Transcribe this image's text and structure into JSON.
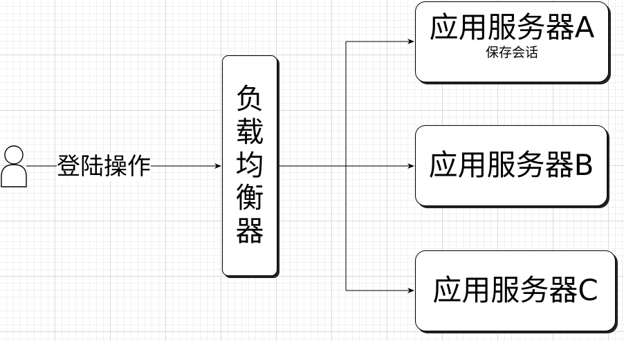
{
  "diagram": {
    "user_label": "登陆操作",
    "load_balancer": "负载均衡器",
    "servers": [
      {
        "title": "应用服务器A",
        "subtitle": "保存会话"
      },
      {
        "title": "应用服务器B"
      },
      {
        "title": "应用服务器C"
      }
    ]
  }
}
